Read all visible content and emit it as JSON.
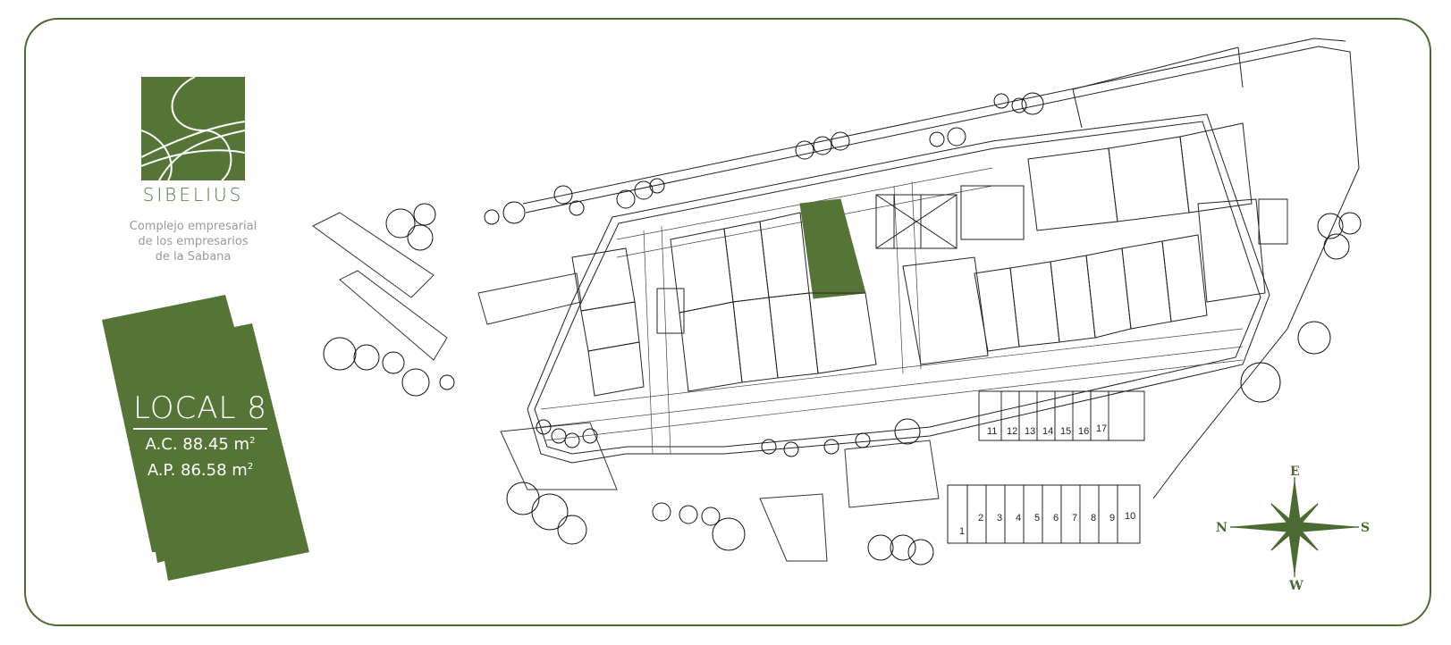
{
  "brand": {
    "name": "SIBELIUS",
    "tagline": [
      "Complejo empresarial",
      "de los empresarios",
      "de la Sabana"
    ],
    "color": "#557536"
  },
  "unit": {
    "name": "LOCAL 8",
    "ac_label": "A.C. 88.45 m",
    "ap_label": "A.P. 86.58 m",
    "unit_sup": "2",
    "highlight_color": "#557536"
  },
  "plan": {
    "parking_top": [
      "11",
      "12",
      "13",
      "14",
      "15",
      "16",
      "17"
    ],
    "parking_bottom": [
      "1",
      "2",
      "3",
      "4",
      "5",
      "6",
      "7",
      "8",
      "9",
      "10"
    ]
  },
  "compass": {
    "top": "E",
    "left": "N",
    "right": "S",
    "bottom": "W",
    "color": "#4a6b32"
  }
}
